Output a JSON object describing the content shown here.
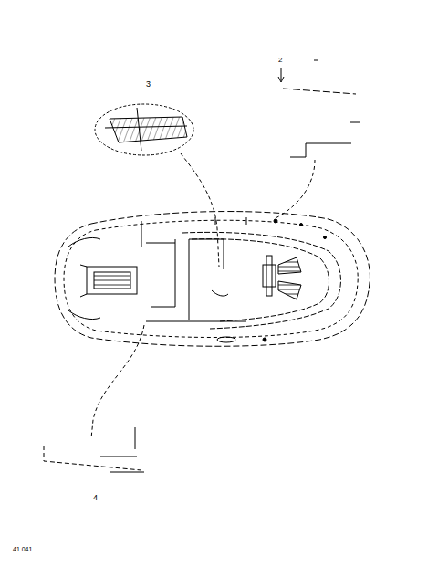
{
  "diagram": {
    "labels": [
      "2",
      "3",
      "4",
      "41 041"
    ]
  }
}
